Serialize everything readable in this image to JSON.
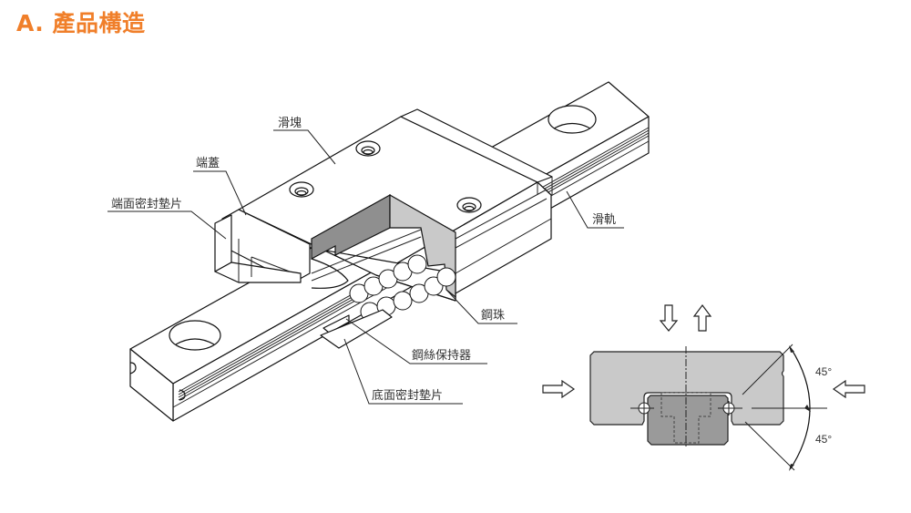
{
  "title": "A. 產品構造",
  "diagram": {
    "labels": {
      "slider_block": "滑塊",
      "end_cap": "端蓋",
      "end_seal": "端面密封墊片",
      "rail": "滑軌",
      "steel_balls": "鋼珠",
      "wire_retainer": "鋼絲保持器",
      "bottom_seal": "底面密封墊片"
    },
    "cross_section": {
      "angle_upper": "45°",
      "angle_lower": "45°",
      "load_directions": [
        "down",
        "up",
        "right",
        "left"
      ]
    }
  },
  "colors": {
    "title": "#f07f2a",
    "cross_section_outer": "#c9c9c9",
    "cross_section_inner": "#9a9a9a",
    "cutaway_dark": "#8f8f8f",
    "cutaway_light": "#c9c9c9"
  }
}
